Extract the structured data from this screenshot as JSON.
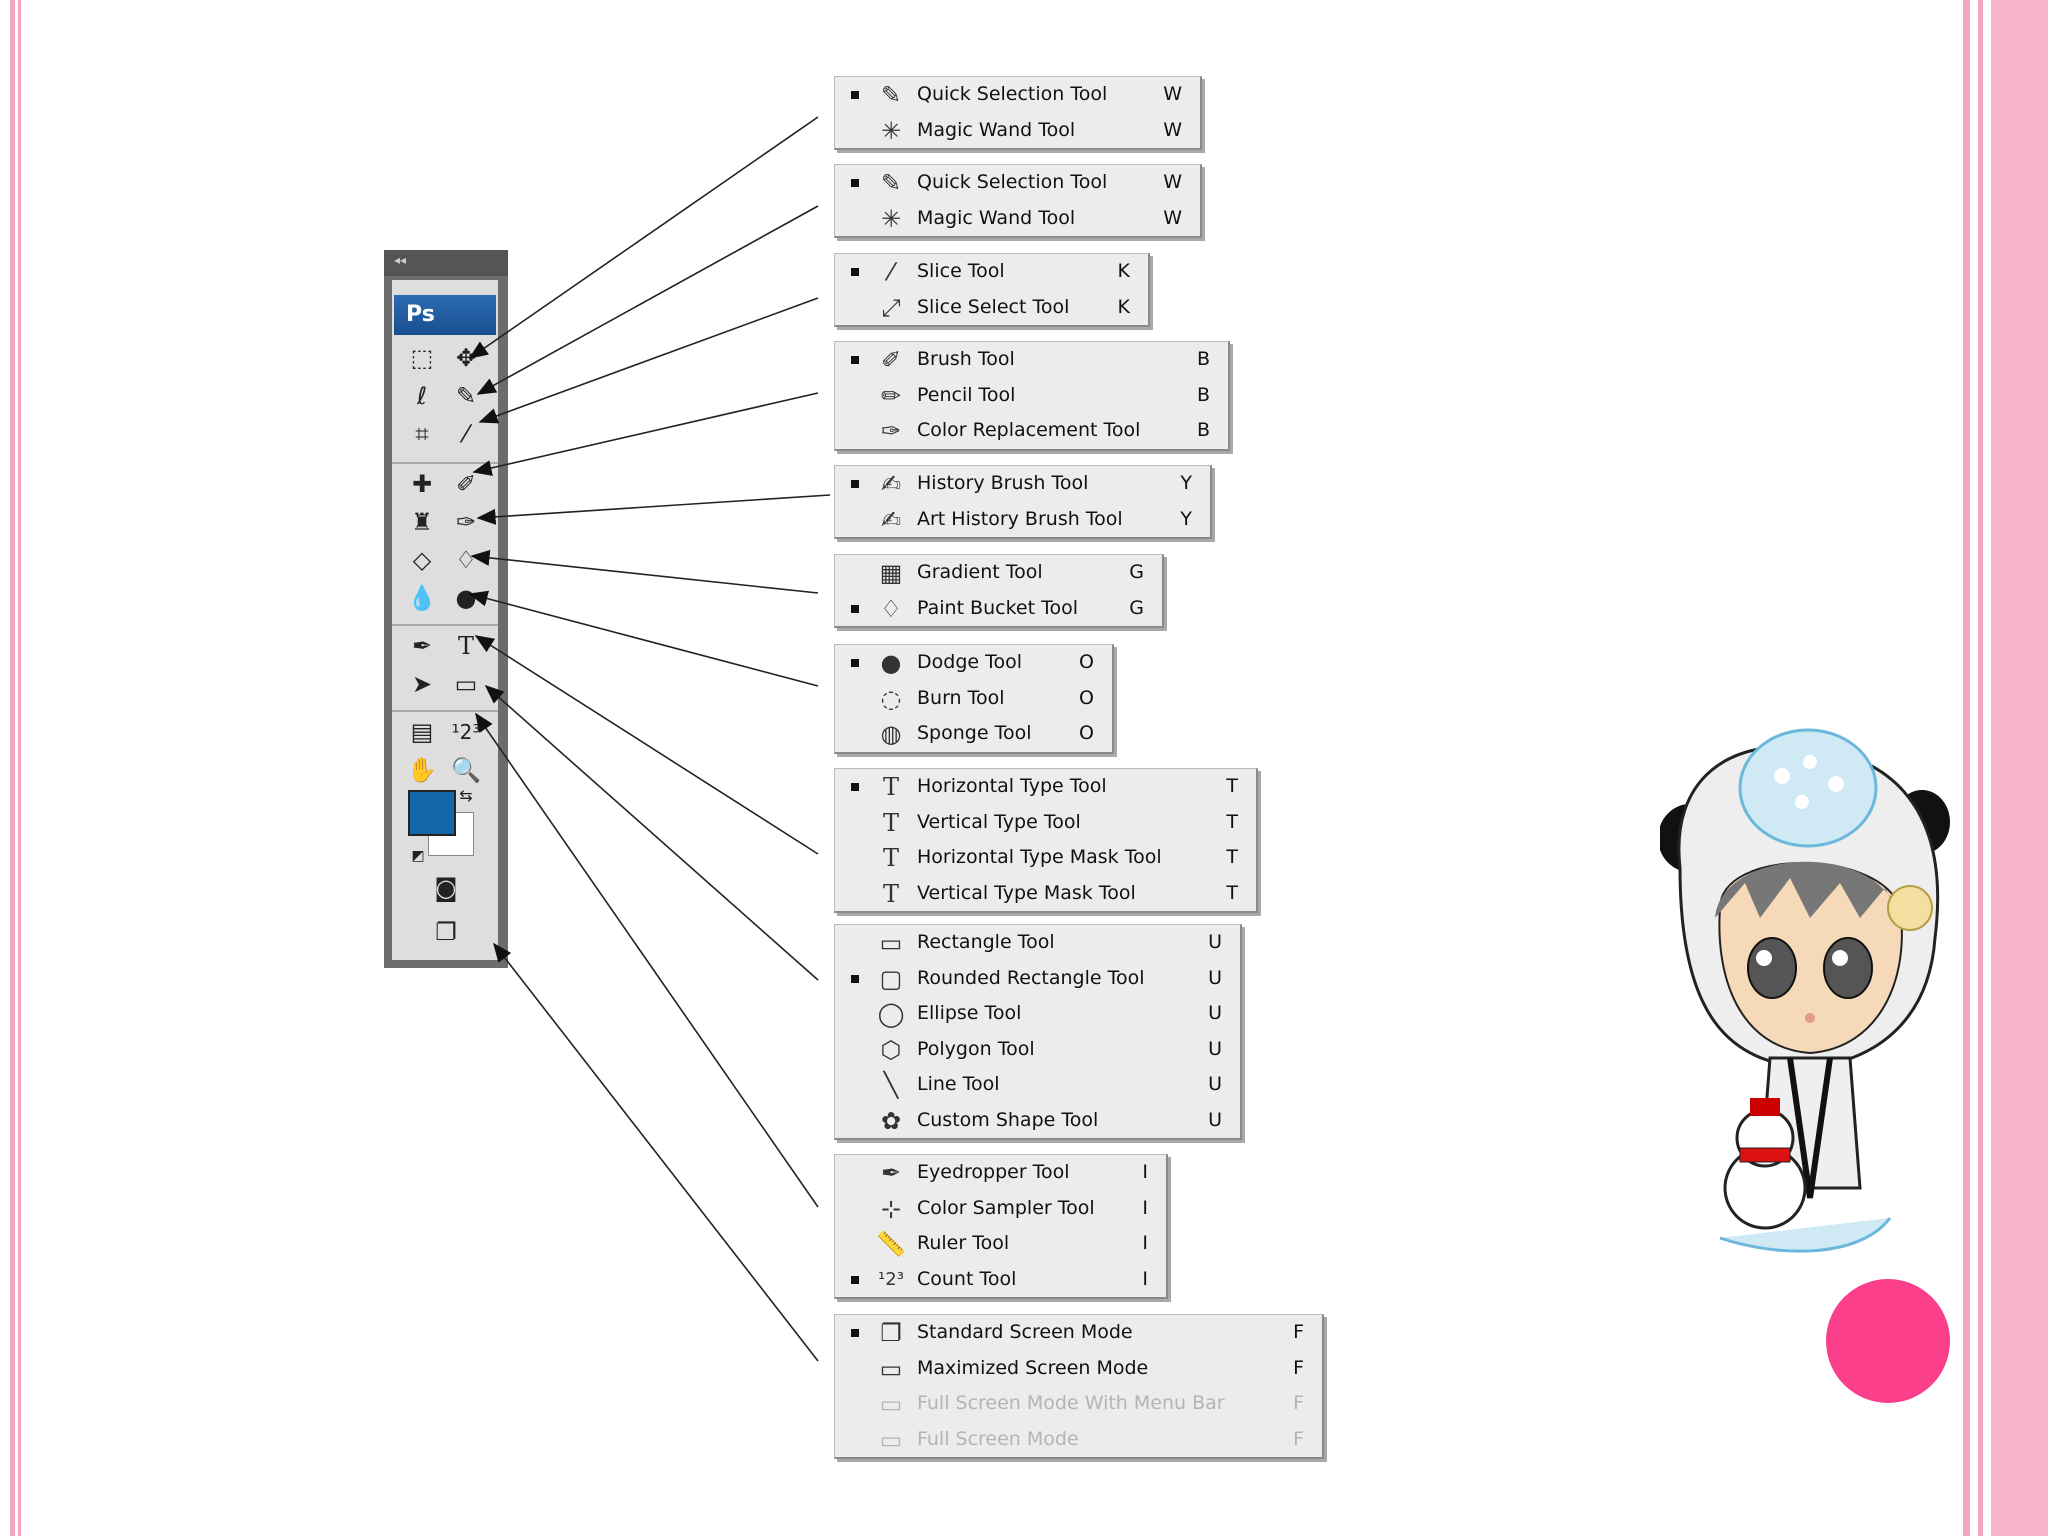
{
  "toolbox": {
    "collapse": "◂◂",
    "logo": "Ps",
    "colors": {
      "foreground": "#1566a6",
      "background": "#ffffff"
    }
  },
  "menus": [
    {
      "items": [
        {
          "icon": "quick-selection-icon",
          "label": "Quick Selection Tool",
          "key": "W",
          "selected": true
        },
        {
          "icon": "magic-wand-icon",
          "label": "Magic Wand Tool",
          "key": "W",
          "selected": false
        }
      ]
    },
    {
      "items": [
        {
          "icon": "quick-selection-icon",
          "label": "Quick Selection Tool",
          "key": "W",
          "selected": true
        },
        {
          "icon": "magic-wand-icon",
          "label": "Magic Wand Tool",
          "key": "W",
          "selected": false
        }
      ]
    },
    {
      "items": [
        {
          "icon": "slice-icon",
          "label": "Slice Tool",
          "key": "K",
          "selected": true
        },
        {
          "icon": "slice-select-icon",
          "label": "Slice Select Tool",
          "key": "K",
          "selected": false
        }
      ]
    },
    {
      "items": [
        {
          "icon": "brush-icon",
          "label": "Brush Tool",
          "key": "B",
          "selected": true
        },
        {
          "icon": "pencil-icon",
          "label": "Pencil Tool",
          "key": "B",
          "selected": false
        },
        {
          "icon": "color-replacement-icon",
          "label": "Color Replacement Tool",
          "key": "B",
          "selected": false
        }
      ]
    },
    {
      "items": [
        {
          "icon": "history-brush-icon",
          "label": "History Brush Tool",
          "key": "Y",
          "selected": true
        },
        {
          "icon": "art-history-brush-icon",
          "label": "Art History Brush Tool",
          "key": "Y",
          "selected": false
        }
      ]
    },
    {
      "items": [
        {
          "icon": "gradient-icon",
          "label": "Gradient Tool",
          "key": "G",
          "selected": false
        },
        {
          "icon": "paint-bucket-icon",
          "label": "Paint Bucket Tool",
          "key": "G",
          "selected": true
        }
      ]
    },
    {
      "items": [
        {
          "icon": "dodge-icon",
          "label": "Dodge Tool",
          "key": "O",
          "selected": true
        },
        {
          "icon": "burn-icon",
          "label": "Burn Tool",
          "key": "O",
          "selected": false
        },
        {
          "icon": "sponge-icon",
          "label": "Sponge Tool",
          "key": "O",
          "selected": false
        }
      ]
    },
    {
      "items": [
        {
          "icon": "horizontal-type-icon",
          "label": "Horizontal Type Tool",
          "key": "T",
          "selected": true
        },
        {
          "icon": "vertical-type-icon",
          "label": "Vertical Type Tool",
          "key": "T",
          "selected": false
        },
        {
          "icon": "horizontal-type-mask-icon",
          "label": "Horizontal Type Mask Tool",
          "key": "T",
          "selected": false
        },
        {
          "icon": "vertical-type-mask-icon",
          "label": "Vertical Type Mask Tool",
          "key": "T",
          "selected": false
        }
      ]
    },
    {
      "items": [
        {
          "icon": "rectangle-icon",
          "label": "Rectangle Tool",
          "key": "U",
          "selected": false
        },
        {
          "icon": "rounded-rectangle-icon",
          "label": "Rounded Rectangle Tool",
          "key": "U",
          "selected": true
        },
        {
          "icon": "ellipse-icon",
          "label": "Ellipse Tool",
          "key": "U",
          "selected": false
        },
        {
          "icon": "polygon-icon",
          "label": "Polygon Tool",
          "key": "U",
          "selected": false
        },
        {
          "icon": "line-icon",
          "label": "Line Tool",
          "key": "U",
          "selected": false
        },
        {
          "icon": "custom-shape-icon",
          "label": "Custom Shape Tool",
          "key": "U",
          "selected": false
        }
      ]
    },
    {
      "items": [
        {
          "icon": "eyedropper-icon",
          "label": "Eyedropper Tool",
          "key": "I",
          "selected": false
        },
        {
          "icon": "color-sampler-icon",
          "label": "Color Sampler Tool",
          "key": "I",
          "selected": false
        },
        {
          "icon": "ruler-icon",
          "label": "Ruler Tool",
          "key": "I",
          "selected": false
        },
        {
          "icon": "count-icon",
          "label": "Count Tool",
          "key": "I",
          "selected": true
        }
      ]
    },
    {
      "items": [
        {
          "icon": "standard-screen-icon",
          "label": "Standard Screen Mode",
          "key": "F",
          "selected": true
        },
        {
          "icon": "maximized-screen-icon",
          "label": "Maximized Screen Mode",
          "key": "F",
          "selected": false
        },
        {
          "icon": "full-screen-menu-icon",
          "label": "Full Screen Mode With Menu Bar",
          "key": "F",
          "selected": false,
          "disabled": true
        },
        {
          "icon": "full-screen-icon",
          "label": "Full Screen Mode",
          "key": "F",
          "selected": false,
          "disabled": true
        }
      ]
    }
  ]
}
